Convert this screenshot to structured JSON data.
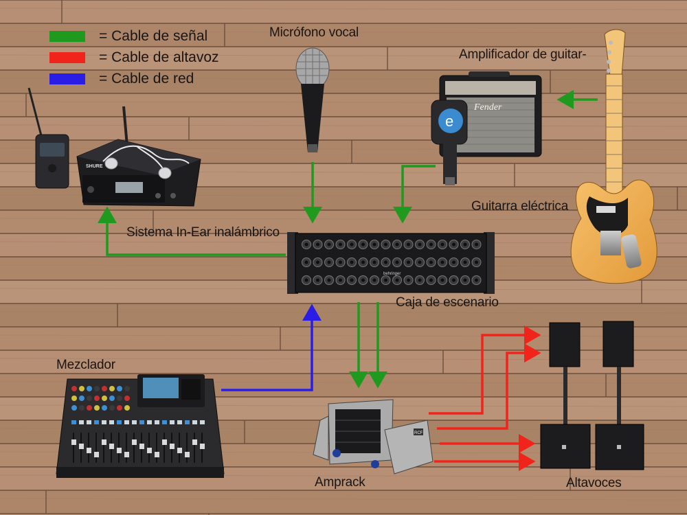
{
  "legend": [
    {
      "text": "= Cable de señal",
      "color": "#1f9a1f"
    },
    {
      "text": "= Cable de altavoz",
      "color": "#f0241b"
    },
    {
      "text": "= Cable de red",
      "color": "#2a1ee6"
    }
  ],
  "labels": {
    "vocal_mic": "Micrófono vocal",
    "guitar_amp": "Amplificador de guitar-",
    "electric_guitar": "Guitarra eléctrica",
    "in_ear": "Sistema In-Ear inalámbrico",
    "stagebox": "Caja de escenario",
    "mixer": "Mezclador",
    "amprack": "Amprack",
    "speakers": "Altavoces"
  },
  "device_text": {
    "stagebox_brand": "behringer",
    "inear_brand": "SHURE",
    "amp_brand": "Fender",
    "amprack_logo": "RCF",
    "mic_badge": "e"
  },
  "colors": {
    "signal": "#1f9a1f",
    "speaker": "#f0241b",
    "network": "#2a1ee6",
    "wood": "#b48d73"
  }
}
